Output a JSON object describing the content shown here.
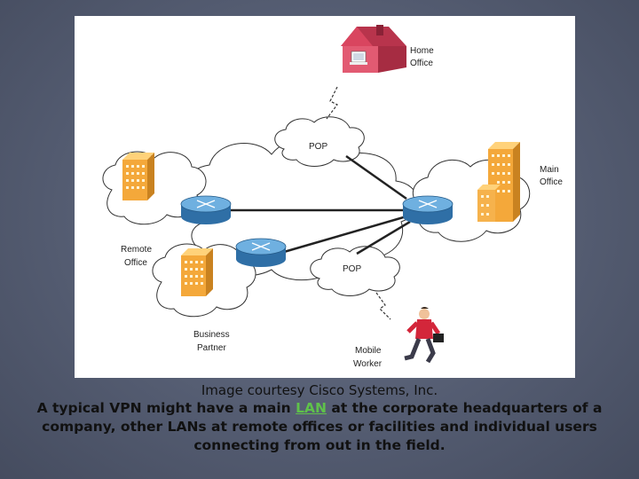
{
  "colors": {
    "background": "#535b70",
    "router": "#4a8fc9",
    "building": "#f4a83a",
    "house": "#d9455f",
    "link_highlight": "#5fc24a"
  },
  "figure": {
    "labels": {
      "home_office_line1": "Home",
      "home_office_line2": "Office",
      "pop_top": "POP",
      "main_office_line1": "Main",
      "main_office_line2": "Office",
      "remote_office_line1": "Remote",
      "remote_office_line2": "Office",
      "pop_bottom": "POP",
      "business_partner_line1": "Business",
      "business_partner_line2": "Partner",
      "mobile_worker_line1": "Mobile",
      "mobile_worker_line2": "Worker"
    },
    "icons": [
      "house-icon",
      "router-icon",
      "building-icon",
      "mobile-worker-icon",
      "cloud-icon"
    ]
  },
  "caption": {
    "credit": "Image courtesy Cisco Systems, Inc.",
    "text_before_link": "A typical VPN might have a main ",
    "link_text": "LAN",
    "text_after_link": " at the corporate headquarters of a company, other LANs at remote offices or facilities and individual users connecting from out in the field."
  }
}
